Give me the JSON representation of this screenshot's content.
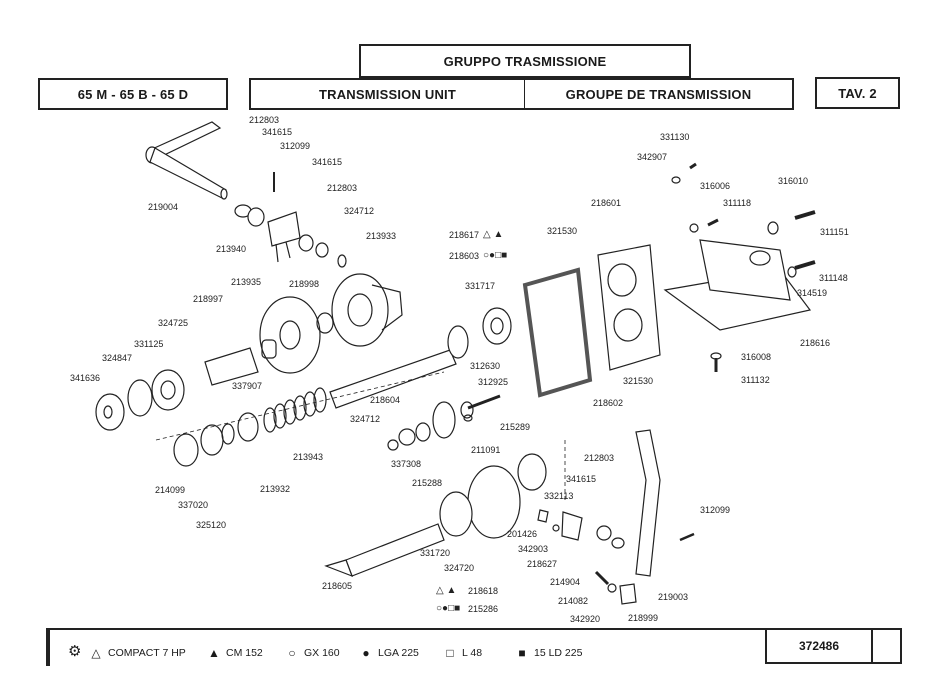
{
  "header": {
    "title_it": "GRUPPO TRASMISSIONE",
    "models": "65 M - 65 B - 65 D",
    "title_en": "TRANSMISSION UNIT",
    "title_fr": "GROUPE DE TRANSMISSION",
    "table": "TAV. 2"
  },
  "parts": [
    {
      "id": "p1",
      "num": "212803"
    },
    {
      "id": "p2",
      "num": "341615"
    },
    {
      "id": "p3",
      "num": "312099"
    },
    {
      "id": "p4",
      "num": "341615"
    },
    {
      "id": "p5",
      "num": "212803"
    },
    {
      "id": "p6",
      "num": "324712"
    },
    {
      "id": "p7",
      "num": "213933"
    },
    {
      "id": "p8",
      "num": "219004"
    },
    {
      "id": "p9",
      "num": "213940"
    },
    {
      "id": "p10",
      "num": "213935"
    },
    {
      "id": "p11",
      "num": "218998"
    },
    {
      "id": "p12",
      "num": "218997"
    },
    {
      "id": "p13",
      "num": "324725"
    },
    {
      "id": "p14",
      "num": "331125"
    },
    {
      "id": "p15",
      "num": "324847"
    },
    {
      "id": "p16",
      "num": "341636"
    },
    {
      "id": "p17",
      "num": "337907"
    },
    {
      "id": "p18",
      "num": "213943"
    },
    {
      "id": "p19",
      "num": "214099"
    },
    {
      "id": "p20",
      "num": "337020"
    },
    {
      "id": "p21",
      "num": "325120"
    },
    {
      "id": "p22",
      "num": "213932"
    },
    {
      "id": "p23",
      "num": "218617"
    },
    {
      "id": "p24",
      "num": "218603"
    },
    {
      "id": "p25",
      "num": "331717"
    },
    {
      "id": "p26",
      "num": "312630"
    },
    {
      "id": "p27",
      "num": "312925"
    },
    {
      "id": "p28",
      "num": "218604"
    },
    {
      "id": "p29",
      "num": "324712"
    },
    {
      "id": "p30",
      "num": "215289"
    },
    {
      "id": "p31",
      "num": "211091"
    },
    {
      "id": "p32",
      "num": "337308"
    },
    {
      "id": "p33",
      "num": "215288"
    },
    {
      "id": "p34",
      "num": "332113"
    },
    {
      "id": "p35",
      "num": "201426"
    },
    {
      "id": "p36",
      "num": "342903"
    },
    {
      "id": "p37",
      "num": "218627"
    },
    {
      "id": "p38",
      "num": "331720"
    },
    {
      "id": "p39",
      "num": "324720"
    },
    {
      "id": "p40",
      "num": "218605"
    },
    {
      "id": "p41",
      "num": "218618"
    },
    {
      "id": "p42",
      "num": "215286"
    },
    {
      "id": "p43",
      "num": "214904"
    },
    {
      "id": "p44",
      "num": "214082"
    },
    {
      "id": "p45",
      "num": "342920"
    },
    {
      "id": "p46",
      "num": "218999"
    },
    {
      "id": "p47",
      "num": "219003"
    },
    {
      "id": "p48",
      "num": "212803"
    },
    {
      "id": "p49",
      "num": "341615"
    },
    {
      "id": "p50",
      "num": "312099"
    },
    {
      "id": "p51",
      "num": "331130"
    },
    {
      "id": "p52",
      "num": "342907"
    },
    {
      "id": "p53",
      "num": "316006"
    },
    {
      "id": "p54",
      "num": "311118"
    },
    {
      "id": "p55",
      "num": "316010"
    },
    {
      "id": "p56",
      "num": "311151"
    },
    {
      "id": "p57",
      "num": "218601"
    },
    {
      "id": "p58",
      "num": "321530"
    },
    {
      "id": "p59",
      "num": "311148"
    },
    {
      "id": "p60",
      "num": "314519"
    },
    {
      "id": "p61",
      "num": "218616"
    },
    {
      "id": "p62",
      "num": "316008"
    },
    {
      "id": "p63",
      "num": "311132"
    },
    {
      "id": "p64",
      "num": "321530"
    },
    {
      "id": "p65",
      "num": "218602"
    }
  ],
  "variant_marks": {
    "p23": "△ ▲",
    "p24": "○●□■",
    "p41": "△ ▲",
    "p42": "○●□■"
  },
  "legend": [
    {
      "symbol": "△",
      "label": "COMPACT 7 HP"
    },
    {
      "symbol": "▲",
      "label": "CM 152"
    },
    {
      "symbol": "○",
      "label": "GX 160"
    },
    {
      "symbol": "●",
      "label": "LGA 225"
    },
    {
      "symbol": "□",
      "label": "L 48"
    },
    {
      "symbol": "■",
      "label": "15 LD 225"
    }
  ],
  "footer": {
    "code": "372486"
  }
}
